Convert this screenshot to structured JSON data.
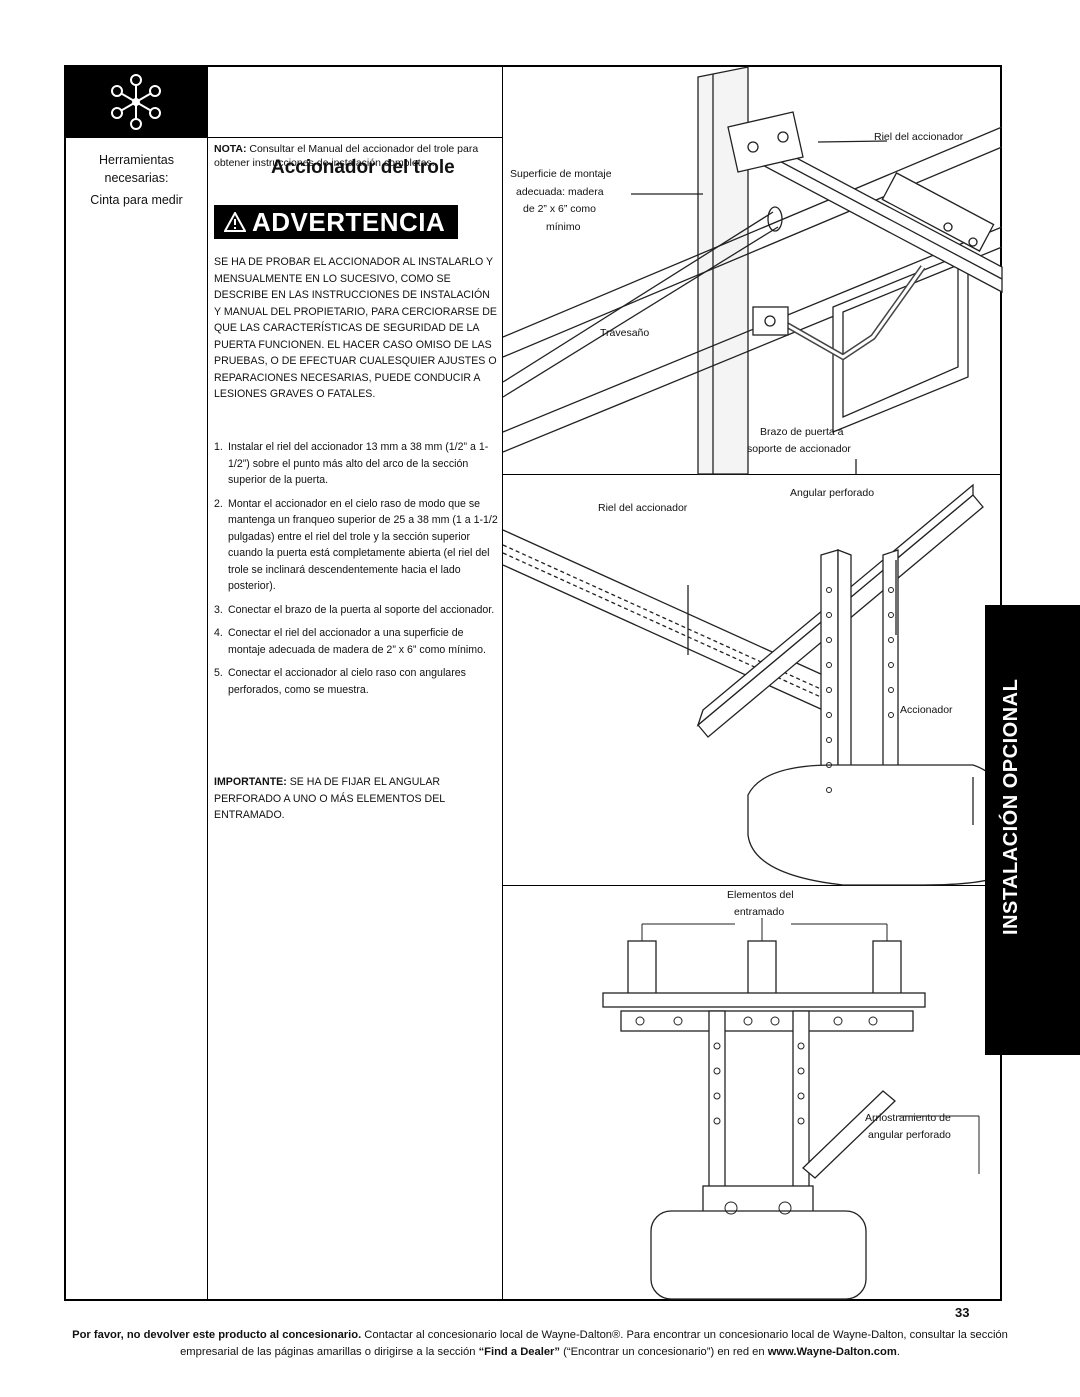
{
  "title": "Accionador del trole",
  "tools": {
    "label_line1": "Herramientas",
    "label_line2": "necesarias:",
    "item": "Cinta para medir"
  },
  "nota": {
    "label": "NOTA:",
    "text": " Consultar el Manual del accionador del trole para obtener instrucciones de instalación completas."
  },
  "warning": {
    "heading": "ADVERTENCIA",
    "text": "SE HA DE PROBAR EL ACCIONADOR AL INSTALARLO Y MENSUALMENTE EN LO SUCESIVO, COMO SE DESCRIBE EN LAS INSTRUCCIONES DE INSTALACIÓN Y MANUAL DEL PROPIETARIO, PARA CERCIORARSE DE QUE LAS CARACTERÍSTICAS DE SEGURIDAD DE LA PUERTA FUNCIONEN. EL HACER CASO OMISO DE LAS PRUEBAS, O DE EFECTUAR CUALESQUIER AJUSTES O REPARACIONES NECESARIAS, PUEDE CONDUCIR A LESIONES GRAVES O FATALES."
  },
  "steps": [
    {
      "num": "1.",
      "text": "Instalar el riel del accionador 13 mm a 38 mm (1/2” a 1-1/2”) sobre el punto más alto del arco de la sección superior de la puerta."
    },
    {
      "num": "2.",
      "text": "Montar el accionador en el cielo raso de modo que se mantenga un franqueo superior de 25 a 38 mm (1 a 1-1/2 pulgadas) entre el riel del trole y la sección superior cuando la puerta está completamente abierta (el riel del trole se inclinará descendentemente hacia el lado posterior)."
    },
    {
      "num": "3.",
      "text": "Conectar el brazo de la puerta al soporte del accionador."
    },
    {
      "num": "4.",
      "text": "Conectar el riel del accionador a una superficie de montaje adecuada de madera de 2” x 6” como mínimo."
    },
    {
      "num": "5.",
      "text": "Conectar el accionador al cielo raso con angulares perforados, como se muestra."
    }
  ],
  "important": {
    "label": "IMPORTANTE:",
    "text": " SE HA DE FIJAR EL ANGULAR PERFORADO A UNO O MÁS ELEMENTOS DEL ENTRAMADO."
  },
  "figure_labels": {
    "riel_accionador_top": "Riel del accionador",
    "superficie_1": "Superficie de montaje",
    "superficie_2": "adecuada: madera",
    "superficie_3": "de 2” x 6” como",
    "superficie_4": "mínimo",
    "travesano": "Travesaño",
    "brazo_1": "Brazo de puerta a",
    "brazo_2": "soporte de accionador",
    "angular": "Angular perforado",
    "riel_accionador_mid": "Riel del accionador",
    "accionador": "Accionador",
    "elementos_1": "Elementos del",
    "elementos_2": "entramado",
    "arriostramiento_1": "Arriostramiento de",
    "arriostramiento_2": "angular perforado"
  },
  "side_tab": "INSTALACIÓN OPCIONAL",
  "page_number": "33",
  "footer": {
    "bold1": "Por favor, no devolver este producto al concesionario.",
    "text1": " Contactar al concesionario local de Wayne-Dalton®. Para encontrar un concesionario local de Wayne-Dalton, consultar la sección empresarial de las páginas amarillas o dirigirse a la sección ",
    "bold2": "“Find a Dealer”",
    "text2": " (“Encontrar un concesionario”) en red en ",
    "bold3": "www.Wayne-Dalton.com",
    "text3": "."
  }
}
